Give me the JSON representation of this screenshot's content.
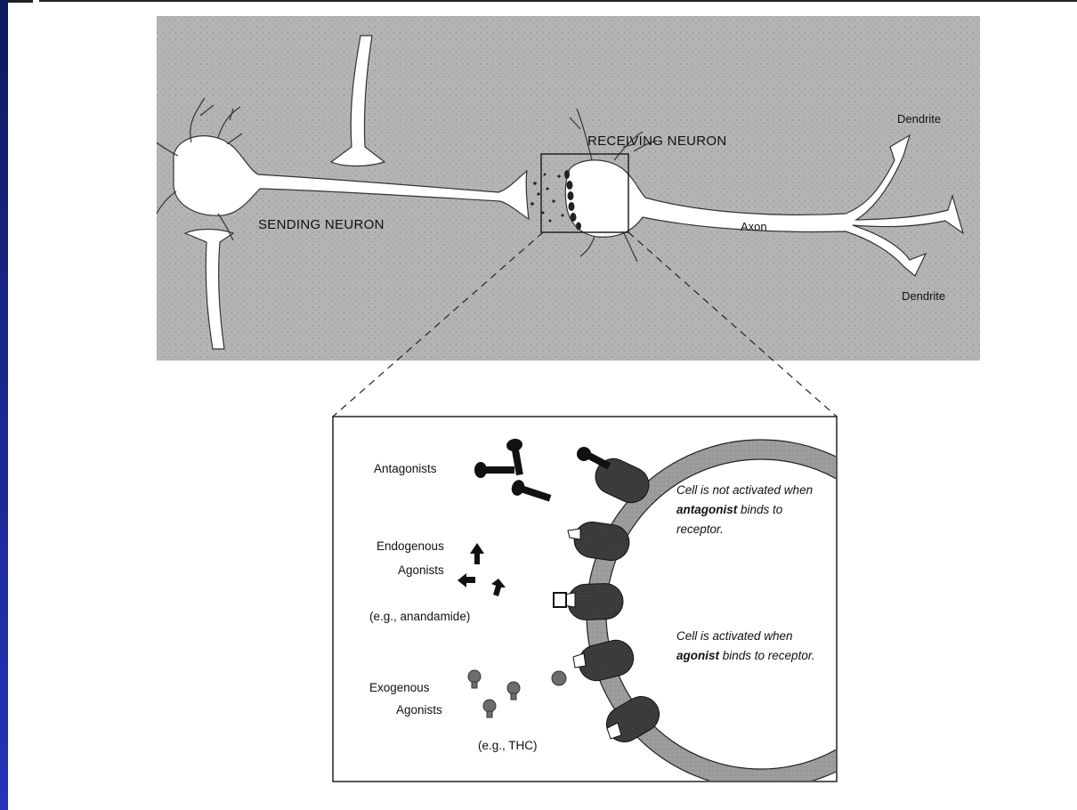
{
  "neuron_panel": {
    "sending_label": "SENDING NEURON",
    "receiving_label": "RECEIVING NEURON",
    "axon_label": "Axon",
    "dendrite_top_label": "Dendrite",
    "dendrite_bottom_label": "Dendrite"
  },
  "inset_panel": {
    "antagonists_label": "Antagonists",
    "endogenous_line1": "Endogenous",
    "endogenous_line2": "Agonists",
    "endogenous_example": "(e.g., anandamide)",
    "exogenous_line1": "Exogenous",
    "exogenous_line2": "Agonists",
    "exogenous_example": "(e.g., THC)",
    "note_antagonist": {
      "pre": "Cell is not activated when ",
      "bold": "antagonist",
      "post": " binds to receptor."
    },
    "note_agonist": {
      "pre": "Cell is activated when ",
      "bold": "agonist",
      "post": " binds to receptor."
    }
  },
  "colors": {
    "panel_gray": "#b4b4b4",
    "neuron_white": "#ffffff",
    "receptor_dark": "#3a3a3a",
    "membrane": "#9c9c9c",
    "slide_bar": "#18268a"
  }
}
